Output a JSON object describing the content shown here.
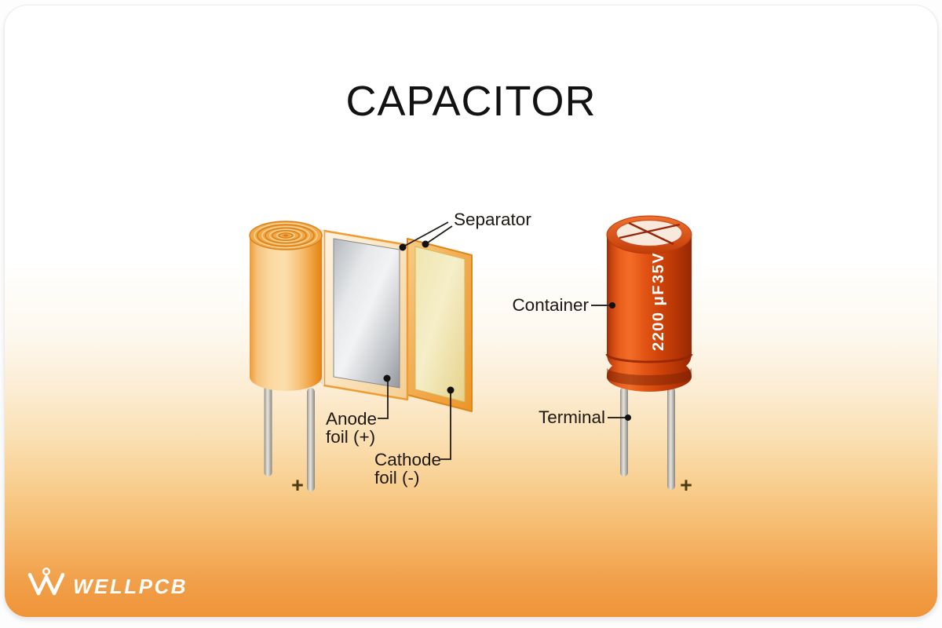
{
  "title": "CAPACITOR",
  "exploded_view": {
    "labels": {
      "separator": "Separator",
      "anode_line1": "Anode",
      "anode_line2": "foil (+)",
      "cathode_line1": "Cathode",
      "cathode_line2": "foil (-)",
      "polarity_plus": "+"
    }
  },
  "assembled_view": {
    "labels": {
      "container": "Container",
      "terminal": "Terminal",
      "polarity_plus": "+"
    },
    "marking": {
      "capacitance": "2200 μF",
      "voltage": "35V"
    }
  },
  "branding": {
    "logo_text": "WELLPCB"
  },
  "colors": {
    "background_bottom_orange": "#ef9439",
    "winding_roll_orange": "#f2a440",
    "separator_cream": "#fbe6c2",
    "anode_foil_gray": "#c9ccd0",
    "cathode_foil_yellow": "#efe3ae",
    "capacitor_body_red": "#d94a10",
    "lead_gray": "#c9c7c0",
    "label_text": "#1d1812",
    "logo_white": "#ffffff"
  }
}
